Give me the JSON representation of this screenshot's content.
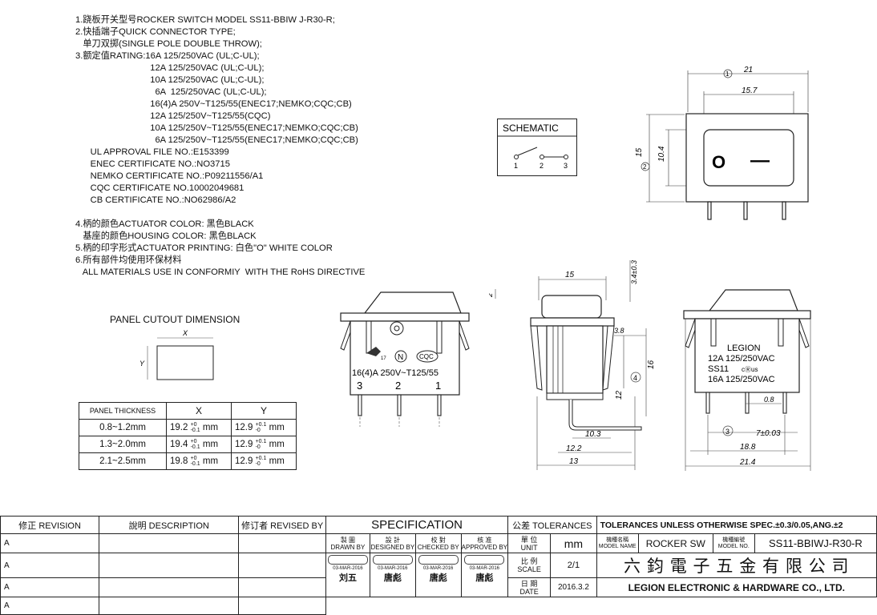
{
  "spec_lines": [
    "1.跷板开关型号ROCKER SWITCH MODEL SS11-BBIW J-R30-R;",
    "2.快插端子QUICK CONNECTOR TYPE;",
    "   单刀双掷(SINGLE POLE DOUBLE THROW);",
    "3.额定值RATING:16A 125/250VAC (UL;C-UL);",
    "                              12A 125/250VAC (UL;C-UL);",
    "                              10A 125/250VAC (UL;C-UL);",
    "                                6A  125/250VAC (UL;C-UL);",
    "                              16(4)A 250V~T125/55(ENEC17;NEMKO;CQC;CB)",
    "                              12A 125/250V~T125/55(CQC)",
    "                              10A 125/250V~T125/55(ENEC17;NEMKO;CQC;CB)",
    "                                6A 125/250V~T125/55(ENEC17;NEMKO;CQC;CB)",
    "      UL APPROVAL FILE NO.:E153399",
    "      ENEC CERTIFICATE NO.:NO3715",
    "      NEMKO CERTIFICATE NO.:P09211556/A1",
    "      CQC CERTIFICATE NO.10002049681",
    "      CB CERTIFICATE NO.:NO62986/A2",
    "",
    "4.柄的颜色ACTUATOR COLOR: 黑色BLACK",
    "   基座的颜色HOUSING COLOR: 黑色BLACK",
    "5.柄的印字形式ACTUATOR PRINTING: 白色\"O\" WHITE COLOR",
    "6.所有部件均使用环保材料",
    "   ALL MATERIALS USE IN CONFORMIY  WITH THE RoHS DIRECTIVE"
  ],
  "panel": {
    "title": "PANEL CUTOUT DIMENSION",
    "x_label": "X",
    "y_label": "Y",
    "headers": [
      "PANEL THICKNESS",
      "X",
      "Y"
    ],
    "rows": [
      {
        "t": "0.8~1.2mm",
        "x": "19.2",
        "xp": "+0",
        "xm": "-0.1",
        "xu": "mm",
        "y": "12.9",
        "yp": "+0.1",
        "ym": "-0",
        "yu": "mm"
      },
      {
        "t": "1.3~2.0mm",
        "x": "19.4",
        "xp": "+0",
        "xm": "-0.1",
        "xu": "mm",
        "y": "12.9",
        "yp": "+0.1",
        "ym": "-0",
        "yu": "mm"
      },
      {
        "t": "2.1~2.5mm",
        "x": "19.8",
        "xp": "+0",
        "xm": "-0.1",
        "xu": "mm",
        "y": "12.9",
        "yp": "+0.1",
        "ym": "-0",
        "yu": "mm"
      }
    ]
  },
  "schematic": {
    "title": "SCHEMATIC",
    "pins": [
      "1",
      "2",
      "3"
    ]
  },
  "top_view": {
    "dim_21": "21",
    "dim_157": "15.7",
    "dim_15": "15",
    "dim_104": "10.4",
    "mark1": "1",
    "mark2": "2",
    "off": "O",
    "on": "—"
  },
  "front_view": {
    "rating": "16(4)A 250V~T125/55",
    "pins": [
      "3",
      "2",
      "1"
    ],
    "cqc": "CQC",
    "n": "N",
    "ce": "17"
  },
  "side_view": {
    "d15": "15",
    "d2": "2",
    "d34": "3.4±0.3",
    "d38": "3.8",
    "d16": "16",
    "d12": "12",
    "mark4": "4",
    "d103": "10.3",
    "d122": "12.2",
    "d13": "13"
  },
  "back_view": {
    "l1": "LEGION",
    "l2": "12A 125/250VAC",
    "l3": "SS11",
    "l3b": "cⓇus",
    "l4": "16A 125/250VAC",
    "d08": "0.8",
    "d7": "7±0.03",
    "mark3": "3",
    "d188": "18.8",
    "d214": "21.4"
  },
  "title_block": {
    "rev": "修正 REVISION",
    "desc": "說明 DESCRIPTION",
    "revby": "修订者 REVISED BY",
    "spec": "SPECIFICATION",
    "tol": "公差 TOLERANCES",
    "tol_note": "TOLERANCES UNLESS OTHERWISE SPEC.±0.3/0.05,ANG.±2",
    "drawn": "製 圖",
    "drawn_en": "DRAWN BY",
    "designed": "設 計",
    "designed_en": "DESIGNED BY",
    "checked": "校 對",
    "checked_en": "CHECKED BY",
    "approved": "核 准",
    "approved_en": "APPROVED BY",
    "unit_cn": "單 位",
    "unit_en": "UNIT",
    "unit_val": "mm",
    "scale_cn": "比 例",
    "scale_en": "SCALE",
    "scale_val": "2/1",
    "date_cn": "日 期",
    "date_en": "DATE",
    "date_val": "2016.3.2",
    "model_cn": "機種名稱",
    "model_en": "MODEL NAME",
    "model_val": "ROCKER SW",
    "modelno_cn": "機種編號",
    "modelno_en": "MODEL NO.",
    "modelno_val": "SS11-BBIWJ-R30-R",
    "company_cn": "六 鈞 電 子 五 金 有 限 公 司",
    "company_en": "LEGION ELECTRONIC & HARDWARE CO., LTD.",
    "stamp_date": "03-MAR-2016",
    "sig1": "刘五",
    "sig2": "唐彪",
    "sig3": "唐彪",
    "sig4": "唐彪",
    "rev_marks": [
      "A",
      "A",
      "A",
      "A"
    ]
  }
}
